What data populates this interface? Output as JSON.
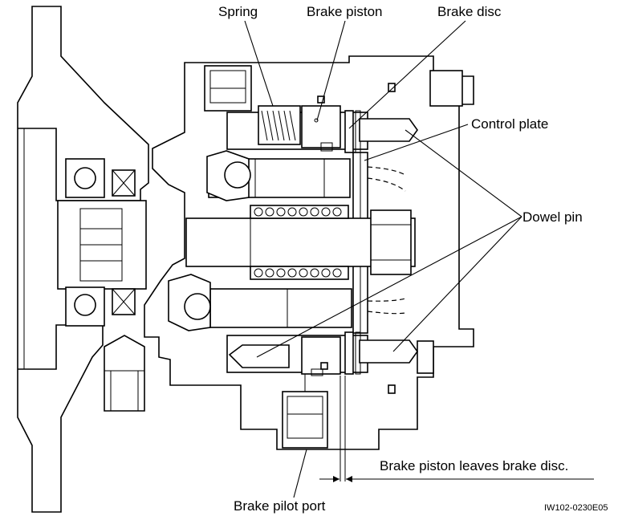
{
  "labels": {
    "spring": "Spring",
    "brake_piston": "Brake piston",
    "brake_disc": "Brake disc",
    "control_plate": "Control plate",
    "dowel_pin": "Dowel pin",
    "brake_piston_leaves": "Brake piston leaves brake disc.",
    "brake_pilot_port": "Brake pilot port",
    "figure_code": "IW102-0230E05"
  }
}
